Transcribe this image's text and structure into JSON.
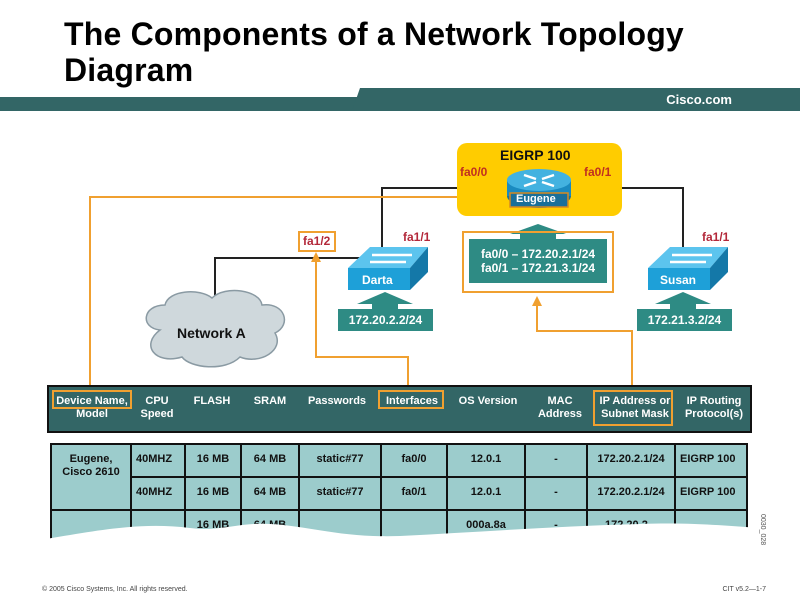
{
  "title": {
    "line1": "The Components of a Network Topology",
    "line2": "Diagram"
  },
  "banner": {
    "brand": "Cisco.com"
  },
  "diagram": {
    "router": {
      "name": "Eugene",
      "protocol": "EIGRP 100",
      "left_port": "fa0/0",
      "right_port": "fa0/1",
      "ip_lines": [
        "fa0/0 – 172.20.2.1/24",
        "fa0/1 – 172.21.3.1/24"
      ]
    },
    "switch_left": {
      "name": "Darta",
      "port": "fa1/1",
      "ip": "172.20.2.2/24",
      "callout_port": "fa1/2"
    },
    "switch_right": {
      "name": "Susan",
      "port": "fa1/1",
      "ip": "172.21.3.2/24"
    },
    "cloud": {
      "label": "Network A"
    },
    "colors": {
      "highlight": "#f0a030",
      "router_box": "#ffcc00",
      "teal": "#2e8b84",
      "switch": "#1ea0d8",
      "port_text": "#b3283a"
    }
  },
  "table": {
    "headers": [
      {
        "line1": "Device Name,",
        "line2": "Model",
        "highlighted": true
      },
      {
        "line1": "CPU",
        "line2": "Speed",
        "highlighted": false
      },
      {
        "line1": "FLASH",
        "line2": "",
        "highlighted": false
      },
      {
        "line1": "SRAM",
        "line2": "",
        "highlighted": false
      },
      {
        "line1": "Passwords",
        "line2": "",
        "highlighted": false
      },
      {
        "line1": "Interfaces",
        "line2": "",
        "highlighted": true
      },
      {
        "line1": "OS Version",
        "line2": "",
        "highlighted": false
      },
      {
        "line1": "MAC",
        "line2": "Address",
        "highlighted": false
      },
      {
        "line1": "IP Address or",
        "line2": "Subnet Mask",
        "highlighted": true
      },
      {
        "line1": "IP Routing",
        "line2": "Protocol(s)",
        "highlighted": false
      }
    ],
    "rows": [
      {
        "device": "Eugene,",
        "model": "Cisco 2610",
        "cells": [
          "40MHZ",
          "16 MB",
          "64 MB",
          "static#77",
          "fa0/0",
          "12.0.1",
          "-",
          "172.20.2.1/24",
          "EIGRP 100"
        ]
      },
      {
        "device": "",
        "model": "",
        "cells": [
          "40MHZ",
          "16 MB",
          "64 MB",
          "static#77",
          "fa0/1",
          "12.0.1",
          "-",
          "172.20.2.1/24",
          "EIGRP 100"
        ]
      },
      {
        "device": "",
        "model": "",
        "cells": [
          "",
          "16 MB",
          "64 MB",
          "",
          "",
          "000a.8a",
          "-",
          "172.20.2...",
          ""
        ]
      }
    ]
  },
  "footer": {
    "copyright": "© 2005 Cisco Systems, Inc. All rights reserved.",
    "course": "CIT v5.2—1-7",
    "figure_id": "0030_028"
  }
}
